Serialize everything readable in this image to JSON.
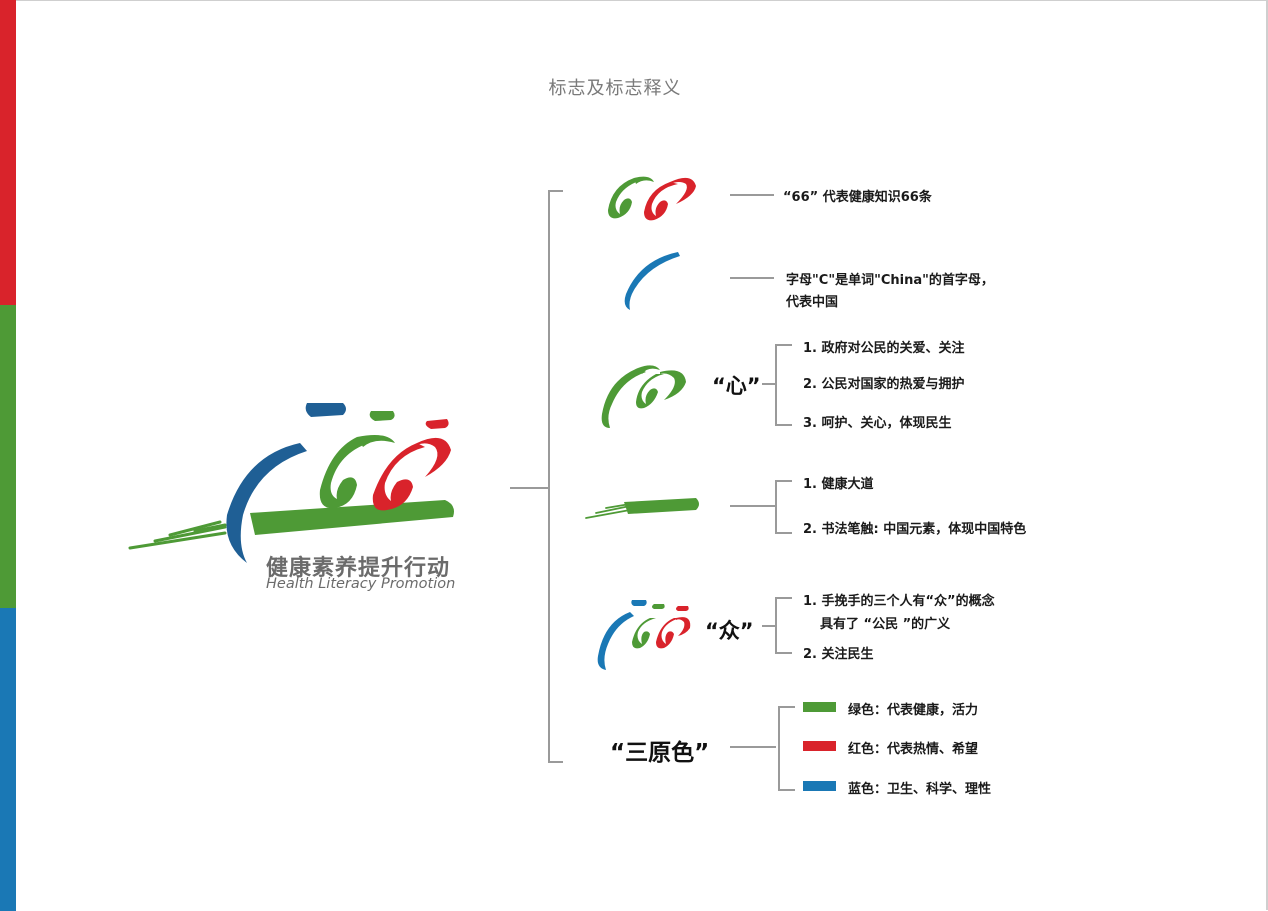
{
  "page": {
    "title": "标志及标志释义"
  },
  "colors": {
    "red": "#d9232b",
    "green": "#4e9a36",
    "blue": "#1a78b5",
    "line": "#9a9a9a",
    "title_gray": "#7a7a7a"
  },
  "side_bar": {
    "segments": [
      {
        "name": "red",
        "color": "#d9232b"
      },
      {
        "name": "green",
        "color": "#4e9a36"
      },
      {
        "name": "blue",
        "color": "#1a78b5"
      }
    ]
  },
  "logo": {
    "name_cn": "健康素养提升行动",
    "name_en": "Health Literacy Promotion"
  },
  "elements": [
    {
      "id": "66",
      "icon": "sixty-six-strokes",
      "description": "“66” 代表健康知识66条"
    },
    {
      "id": "c",
      "icon": "letter-c-stroke",
      "description_lines": [
        "字母\"C\"是单词\"China\"的首字母，",
        "代表中国"
      ]
    },
    {
      "id": "heart",
      "label": "“心”",
      "icon": "heart-strokes",
      "points": [
        "1. 政府对公民的关爱、关注",
        "2. 公民对国家的热爱与拥护",
        "3. 呵护、关心，体现民生"
      ]
    },
    {
      "id": "road",
      "icon": "brush-road-stroke",
      "points": [
        "1. 健康大道",
        "2. 书法笔触: 中国元素，体现中国特色"
      ]
    },
    {
      "id": "crowd",
      "label": "“众”",
      "icon": "three-people",
      "points": [
        "1. 手挽手的三个人有“众”的概念",
        "具有了 “公民 ”的广义",
        "2. 关注民生"
      ]
    },
    {
      "id": "colors",
      "label": "“三原色”",
      "legend": [
        {
          "color": "#4e9a36",
          "text": "绿色：代表健康，活力"
        },
        {
          "color": "#d9232b",
          "text": "红色：代表热情、希望"
        },
        {
          "color": "#1a78b5",
          "text": "蓝色：卫生、科学、理性"
        }
      ]
    }
  ]
}
